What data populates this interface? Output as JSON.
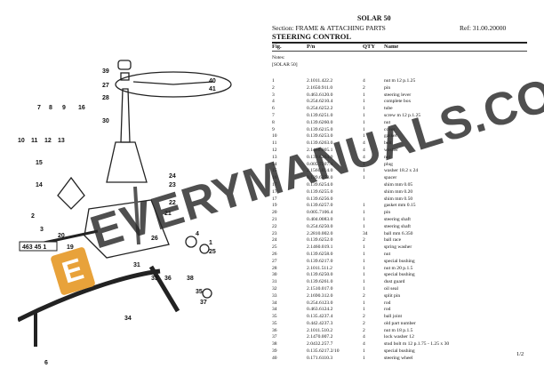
{
  "header": {
    "model": "SOLAR 50",
    "section": "Section: FRAME & ATTACHING PARTS",
    "ref": "Ref: 31.00.20000",
    "title": "STEERING CONTROL"
  },
  "columns": {
    "fig": "Fig.",
    "pn": "P/n",
    "qty": "QTY",
    "name": "Name"
  },
  "notes": {
    "label": "Notes:",
    "value": "[SOLAR 50]"
  },
  "parts": [
    [
      "1",
      "2.1011.422.2",
      "4",
      "nut m 12 p.1.25"
    ],
    [
      "2",
      "2.1650.911.0",
      "2",
      "pin"
    ],
    [
      "3",
      "0.463.6120.0",
      "1",
      "steering lever"
    ],
    [
      "4",
      "0.254.6210.4",
      "1",
      "complete box"
    ],
    [
      "6",
      "0.254.6252.2",
      "1",
      "tube"
    ],
    [
      "7",
      "0.139.6251.0",
      "1",
      "screw m 12 p.1.25"
    ],
    [
      "8",
      "0.139.6260.0",
      "1",
      "nut"
    ],
    [
      "9",
      "0.139.6215.0",
      "1",
      "cover"
    ],
    [
      "10",
      "0.139.6253.0",
      "1",
      "gasket"
    ],
    [
      "11",
      "0.139.6263.0",
      "4",
      "bolt"
    ],
    [
      "12",
      "2.1460.005.1",
      "4",
      "washer"
    ],
    [
      "13",
      "0.139.6264.0",
      "4",
      "nut"
    ],
    [
      "14",
      "0.005.7207.4",
      "1",
      "plug"
    ],
    [
      "15",
      "2.1560.014.0",
      "1",
      "washer 18.2 x 24"
    ],
    [
      "16",
      "0.139.6259.0",
      "1",
      "spacer"
    ],
    [
      "17",
      "0.139.6254.0",
      "",
      "shim mm 0.05"
    ],
    [
      "17",
      "0.139.6255.0",
      "",
      "shim mm 0.20"
    ],
    [
      "17",
      "0.139.6256.0",
      "",
      "shim mm 0.50"
    ],
    [
      "19",
      "0.139.6257.0",
      "1",
      "gasket mm 0.15"
    ],
    [
      "20",
      "0.005.7106.4",
      "1",
      "pin"
    ],
    [
      "21",
      "0.404.0083.0",
      "1",
      "steering shaft"
    ],
    [
      "22",
      "0.254.6250.0",
      "1",
      "steering shaft"
    ],
    [
      "23",
      "2.2810.002.0",
      "34",
      "ball mm 6.350"
    ],
    [
      "24",
      "0.139.6252.0",
      "2",
      "ball race"
    ],
    [
      "25",
      "2.1460.019.1",
      "1",
      "spring washer"
    ],
    [
      "26",
      "0.139.6258.0",
      "1",
      "nut"
    ],
    [
      "27",
      "0.139.6217.0",
      "1",
      "special bushing"
    ],
    [
      "28",
      "2.1011.511.2",
      "1",
      "nut m 20 p.1.5"
    ],
    [
      "30",
      "0.139.6250.0",
      "1",
      "special bushing"
    ],
    [
      "31",
      "0.139.6261.0",
      "1",
      "dust guard"
    ],
    [
      "32",
      "2.1510.017.0",
      "1",
      "oil seal"
    ],
    [
      "33",
      "2.1690.312.0",
      "2",
      "split pin"
    ],
    [
      "34",
      "0.254.6123.0",
      "1",
      "rod"
    ],
    [
      "34",
      "0.463.6124.2",
      "1",
      "rod"
    ],
    [
      "35",
      "0.135.4237.4",
      "2",
      "ball joint"
    ],
    [
      "35",
      "0.442.4237.3",
      "2",
      "old part number"
    ],
    [
      "36",
      "2.1011.510.2",
      "2",
      "nut m 18 p.1.5"
    ],
    [
      "37",
      "2.1470.007.2",
      "4",
      "lock washer 12"
    ],
    [
      "38",
      "2.0432.257.7",
      "4",
      "stud bolt m 12 p.1.75 - 1.25 x 30"
    ],
    [
      "39",
      "0.135.6217.2/10",
      "1",
      "special bushing"
    ],
    [
      "40",
      "0.171.6110.3",
      "1",
      "steering wheel"
    ]
  ],
  "page": "1/2",
  "diagram": {
    "callouts": [
      "39",
      "41",
      "40",
      "27",
      "28",
      "30",
      "7",
      "8",
      "9",
      "16",
      "10",
      "11",
      "12",
      "13",
      "15",
      "14",
      "24",
      "23",
      "22",
      "21",
      "20",
      "19",
      "3",
      "2",
      "4",
      "1",
      "25",
      "26",
      "31",
      "38",
      "33",
      "36",
      "37",
      "35",
      "34",
      "6"
    ],
    "plate": "463 45 1"
  },
  "watermark": "EVERYMANUALS.COM"
}
